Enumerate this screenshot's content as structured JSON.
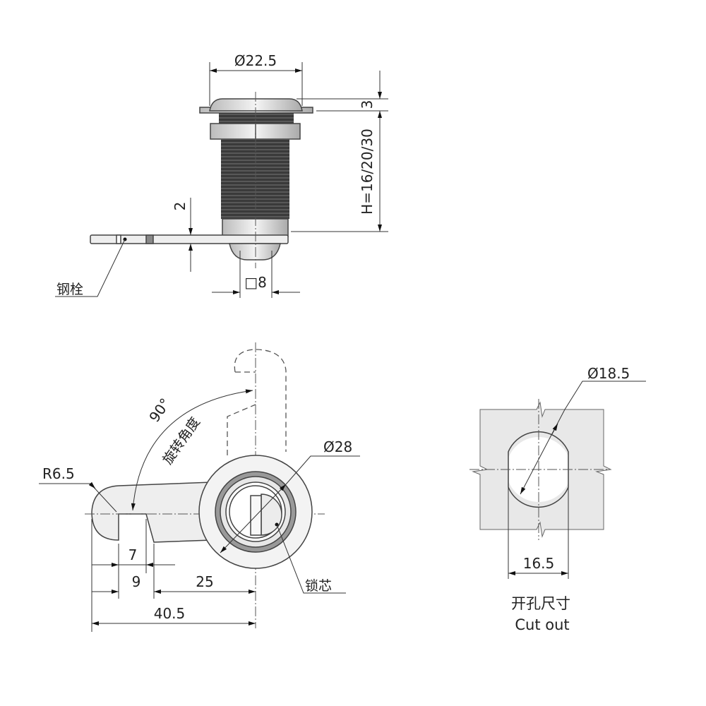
{
  "side_view": {
    "diameter_label": "Ø22.5",
    "cap_height_label": "3",
    "height_label": "H=16/20/30",
    "cam_thickness_label": "2",
    "square_label": "□8",
    "pin_label": "钢栓"
  },
  "front_view": {
    "rotation_angle_label": "90°",
    "rotation_text": "旋转角度",
    "diameter_label": "Ø28",
    "radius_label": "R6.5",
    "dim_7": "7",
    "dim_9": "9",
    "dim_25": "25",
    "dim_40_5": "40.5",
    "core_label": "锁芯"
  },
  "cutout": {
    "diameter_label": "Ø18.5",
    "width_label": "16.5",
    "title_cn": "开孔尺寸",
    "title_en": "Cut out"
  }
}
